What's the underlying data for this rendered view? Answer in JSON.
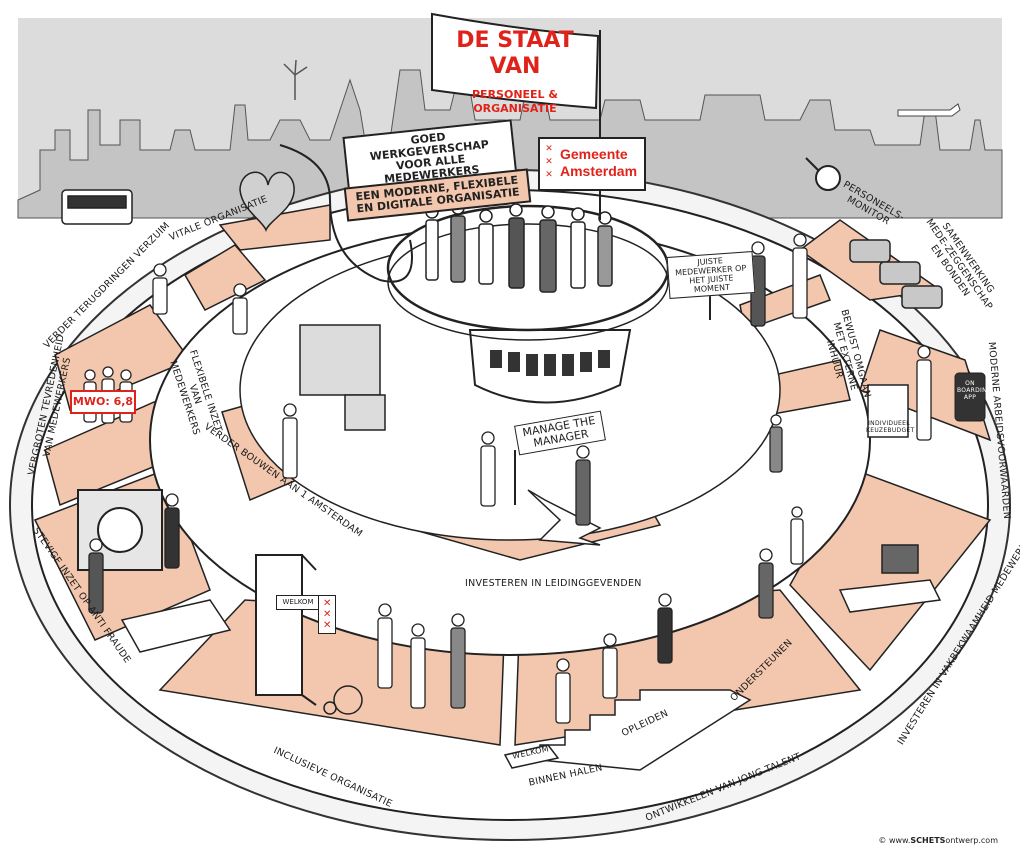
{
  "flag": {
    "title_line1": "DE STAAT VAN",
    "title_line2": "PERSONEEL & ORGANISATIE"
  },
  "ribbons": {
    "goed_werkgeverschap": "GOED WERKGEVERSCHAP VOOR ALLE MEDEWERKERS",
    "moderne_organisatie": "EEN MODERNE, FLEXIBELE EN DIGITALE ORGANISATIE"
  },
  "logo": {
    "name_line1": "Gemeente",
    "name_line2": "Amsterdam",
    "mark": "XXX"
  },
  "signs": {
    "juiste_medewerker": "JUISTE MEDEWERKER OP HET JUISTE MOMENT",
    "manage_the_manager": "MANAGE THE MANAGER",
    "welkom_door": "WELKOM",
    "welkom_mat": "WELKOM",
    "mwo": "MWO: 6,8",
    "individueel_keuzebudget": "INDIVIDUEEL KEUZEBUDGET",
    "phone_screen": "ON BOARDING APP"
  },
  "ring_labels": {
    "vitale_organisatie": "VITALE ORGANISATIE",
    "personeelsmonitor": "PERSONEELS-MONITOR",
    "samenwerking": "SAMENWERKING MEDE-ZEGGENSCHAP EN BONDEN",
    "verder_terugdringen": "VERDER TERUGDRINGEN VERZUIM",
    "vergroten_tevredenheid": "VERGROTEN TEVREDENHEID VAN MEDEWERKERS",
    "moderne_arbeidsvoorwaarden": "MODERNE ARBEIDSVOORWAARDEN",
    "stevige_inzet": "STEVIGE INZET OP ANTI FRAUDE",
    "investeren_vakbekwaamheid": "INVESTEREN IN VAKBEKWAAMHEID MEDEWERKERS",
    "inclusieve_organisatie": "INCLUSIEVE ORGANISATIE",
    "ontwikkelen_jong_talent": "ONTWIKKELEN VAN JONG TALENT",
    "flexibele_inzet": "FLEXIBELE INZET VAN MEDEWERKERS",
    "bewust_omgaan": "BEWUST OMGAAN MET EXTERNE INHUUR",
    "verder_bouwen": "VERDER BOUWEN AAN 1 AMSTERDAM",
    "investeren_leidinggevenden": "INVESTEREN IN LEIDINGGEVENDEN",
    "binnen_halen": "BINNEN HALEN",
    "opleiden": "OPLEIDEN",
    "ondersteunen": "ONDERSTEUNEN"
  },
  "credit": {
    "prefix": "© www.",
    "brand_bold": "SCHETS",
    "brand_rest": "ontwerp",
    "suffix": ".com"
  },
  "colors": {
    "salmon": "#f3c7ad",
    "accent_red": "#e0231a",
    "ink": "#222222",
    "sky_grey": "#d9d9d9"
  }
}
